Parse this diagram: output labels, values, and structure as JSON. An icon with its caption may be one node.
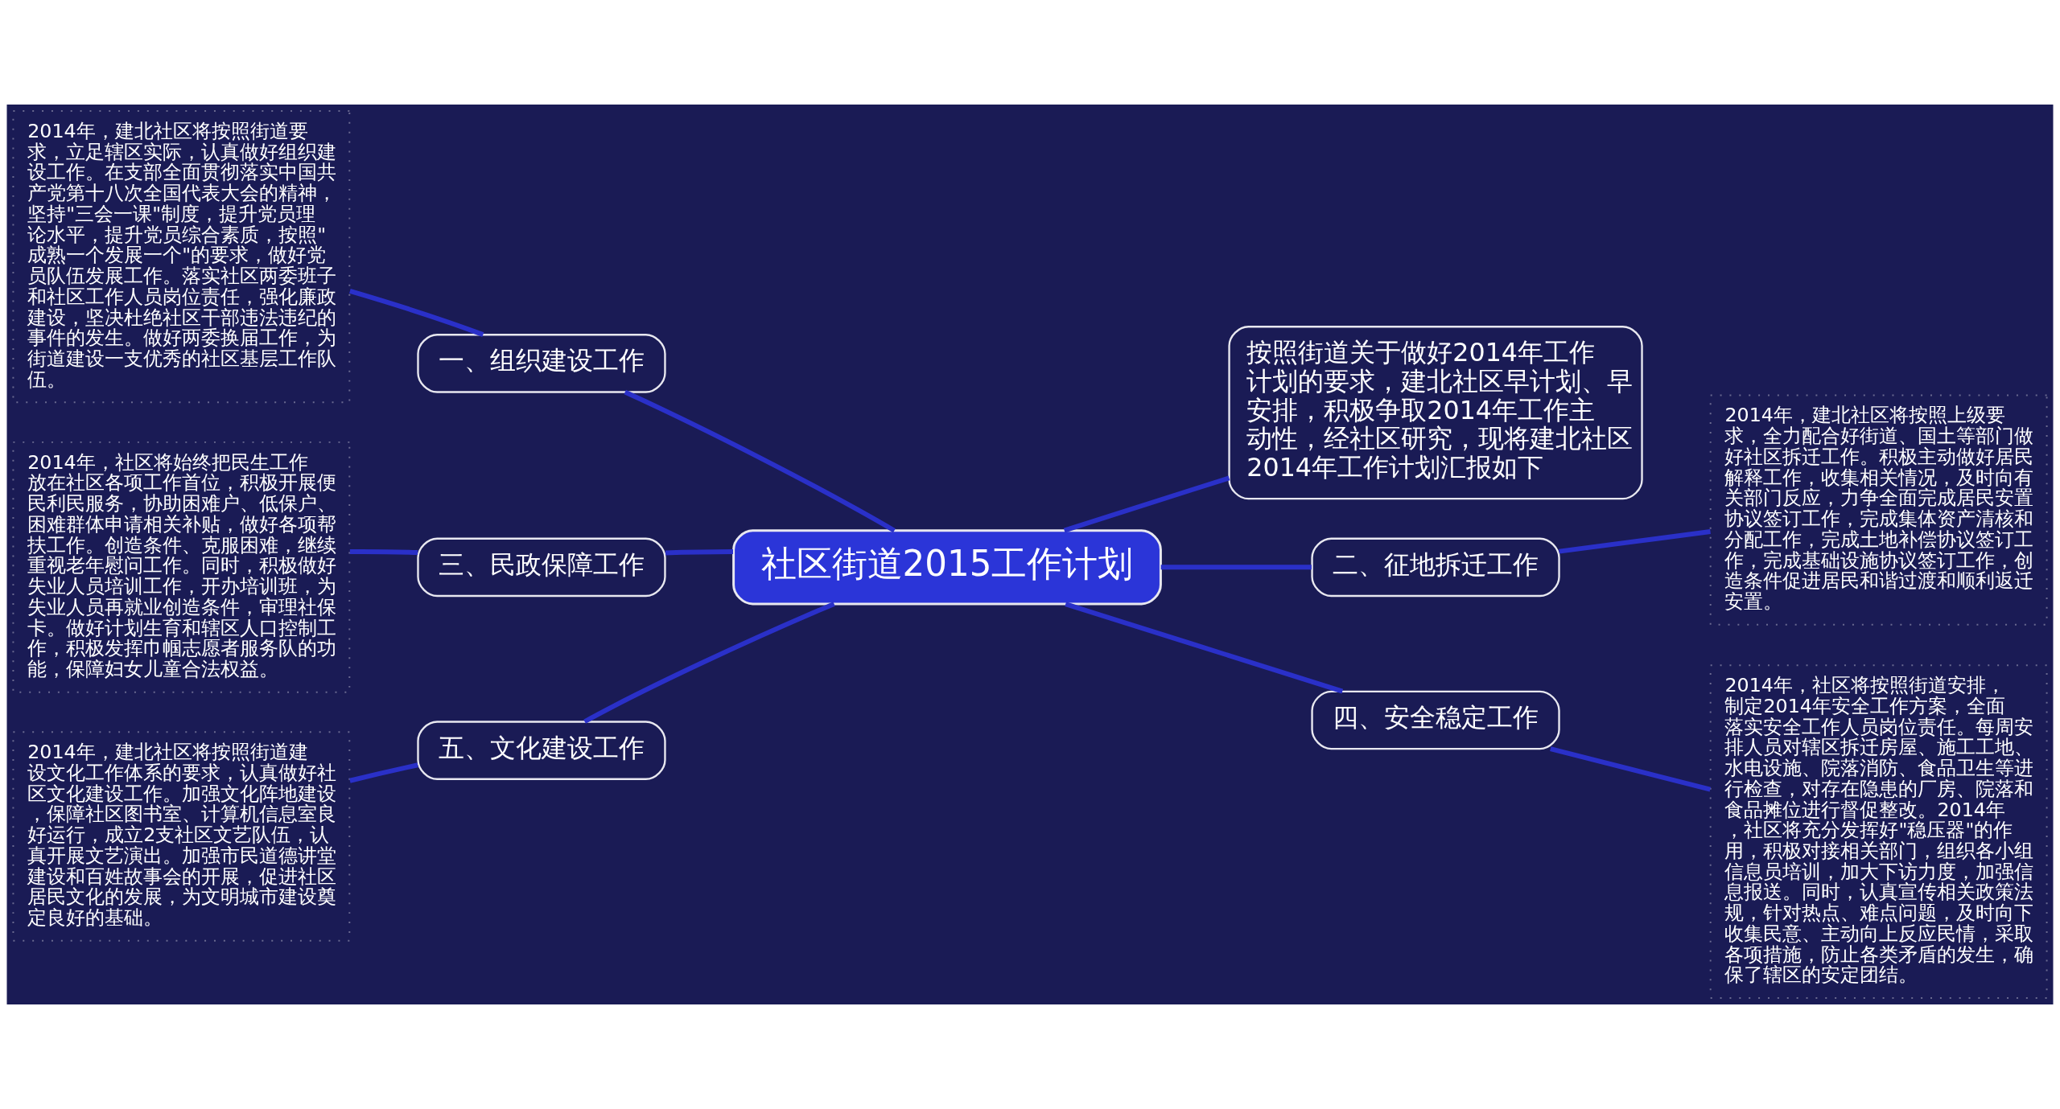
{
  "diagram": {
    "nodes": [
      {
        "text": [
          "社区街道2015工作计划"
        ]
      },
      {
        "text": [
          "一、组织建设工作"
        ]
      },
      {
        "text": [
          "2014年，建北社区将按照街道要求，立足辖区实际，认真做好组织建设工作。在支部全面贯彻落实中国共产党第十八次全国代表大会的精神，坚持\"三会一课\"制度，提升党员理论水平，提升党员综合素质，按照\"成熟一个发展一个\"的要求，做好党员队伍发展工作。落实社区两委班子和社区工作人员岗位责任，强化廉政建设，坚决杜绝社区干部违法违纪的事件的发生。做好两委换届工作，为街道建设一支优秀的社区基层工作队伍。"
        ]
      },
      {
        "text": [
          "三、民政保障工作"
        ]
      },
      {
        "text": [
          "2014年，社区将始终把民生工作放在社区各项工作首位，积极开展便民利民服务，协助困难户、低保户、困难群体申请相关补贴，做好各项帮扶工作。创造条件、克服困难，继续重视老年慰问工作。同时，积极做好失业人员培训工作，开办培训班，为失业人员再就业创造条件，审理社保卡。做好计划生育和辖区人口控制工作，积极发挥巾帼志愿者服务队的功能，保障妇女儿童合法权益。"
        ]
      },
      {
        "text": [
          "五、文化建设工作"
        ]
      },
      {
        "text": [
          "2014年，建北社区将按照街道建设文化工作体系的要求，认真做好社区文化建设工作。加强文化阵地建设，保障社区图书室、计算机信息室良好运行，成立2支社区文艺队伍，认真开展文艺演出。加强市民道德讲堂建设和百姓故事会的开展，促进社区居民文化的发展，为文明城市建设奠定良好的基础。"
        ]
      },
      {
        "text": [
          "按照街道关于做好2014年工作计划的要求，建北社区早计划、早安排，积极争取2014年工作主动性，经社区研究，现将建北社区2014年工作计划汇报如下"
        ]
      },
      {
        "text": [
          "二、征地拆迁工作"
        ]
      },
      {
        "text": [
          "2014年，建北社区将按照上级要求，全力配合好街道、国土等部门做好社区拆迁工作。积极主动做好居民解释工作，收集相关情况，及时向有关部门反应，力争全面完成居民安置协议签订工作，完成集体资产清核和分配工作，完成土地补偿协议签订工作，完成基础设施协议签订工作，创造条件促进居民和谐过渡和顺利返迁安置。"
        ]
      },
      {
        "text": [
          "四、安全稳定工作"
        ]
      },
      {
        "text": [
          "2014年，社区将按照街道安排，制定2014年安全工作方案，全面落实安全工作人员岗位责任。每周安排人员对辖区拆迁房屋、施工工地、水电设施、院落消防、食品卫生等进行检查，对存在隐患的厂房、院落和食品摊位进行督促整改。2014年，社区将充分发挥好\"稳压器\"的作用，积极对接相关部门，组织各小组信息员培训，加大下访力度，加强信息报送。同时，认真宣传相关政策法规，针对热点、难点问题，及时向下收集民意、主动向上反应民情，采取各项措施，防止各类矛盾的发生，确保了辖区的安定团结。"
        ]
      }
    ],
    "edges": [
      {
        "from": 0,
        "to": 1,
        "arrow": "none"
      },
      {
        "from": 1,
        "to": 2,
        "arrow": "none"
      },
      {
        "from": 0,
        "to": 3,
        "arrow": "none"
      },
      {
        "from": 3,
        "to": 4,
        "arrow": "none"
      },
      {
        "from": 0,
        "to": 5,
        "arrow": "none"
      },
      {
        "from": 5,
        "to": 6,
        "arrow": "none"
      },
      {
        "from": 0,
        "to": 7,
        "arrow": "none"
      },
      {
        "from": 0,
        "to": 8,
        "arrow": "none"
      },
      {
        "from": 8,
        "to": 9,
        "arrow": "none"
      },
      {
        "from": 0,
        "to": 10,
        "arrow": "none"
      },
      {
        "from": 10,
        "to": 11,
        "arrow": "none"
      }
    ]
  }
}
